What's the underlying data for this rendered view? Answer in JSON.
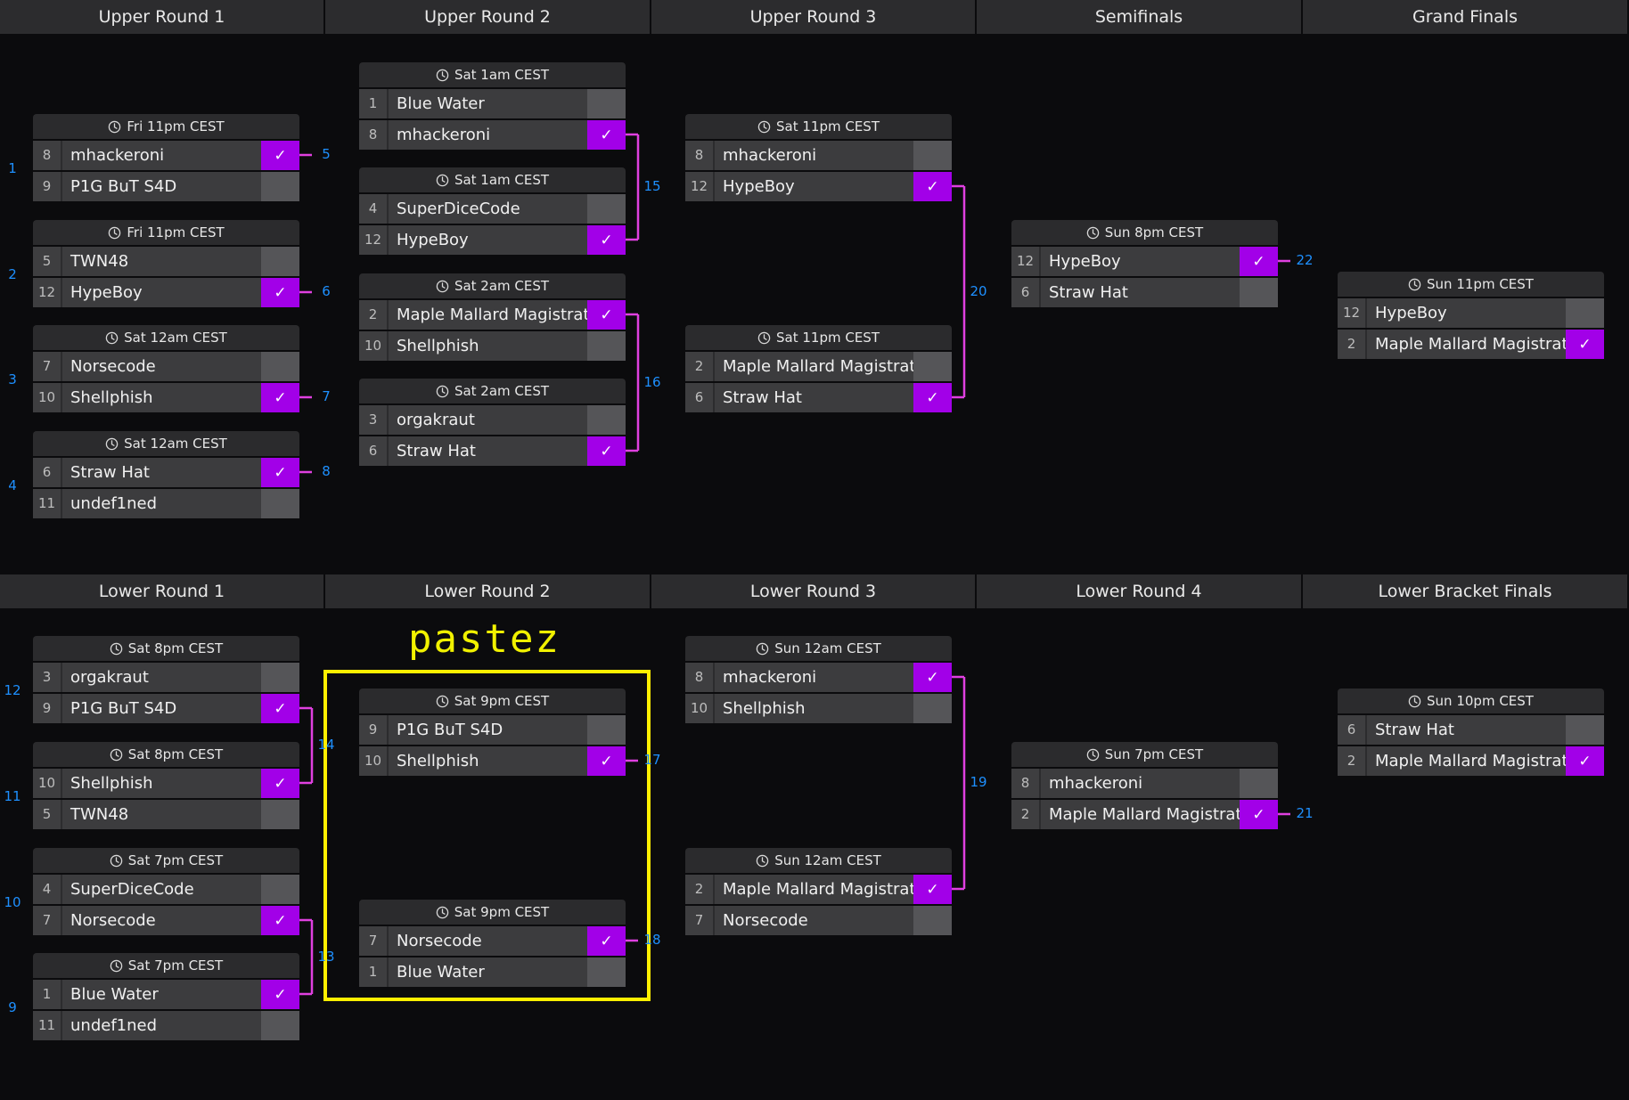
{
  "upper_rounds": [
    "Upper Round 1",
    "Upper Round 2",
    "Upper Round 3",
    "Semifinals",
    "Grand Finals"
  ],
  "lower_rounds": [
    "Lower Round 1",
    "Lower Round 2",
    "Lower Round 3",
    "Lower Round 4",
    "Lower Bracket Finals"
  ],
  "annotation": "pastez",
  "colors": {
    "winner": "#a200e8",
    "connector": "#e040e0",
    "match_number": "#1e90ff",
    "highlight_box": "#ffef00"
  },
  "matches": [
    {
      "id": "u1-1",
      "label": "1",
      "time": "Fri 11pm CEST",
      "teams": [
        {
          "seed": "8",
          "name": "mhackeroni",
          "win": true
        },
        {
          "seed": "9",
          "name": "P1G BuT S4D",
          "win": false
        }
      ]
    },
    {
      "id": "u1-2",
      "label": "2",
      "time": "Fri 11pm CEST",
      "teams": [
        {
          "seed": "5",
          "name": "TWN48",
          "win": false
        },
        {
          "seed": "12",
          "name": "HypeBoy",
          "win": true
        }
      ]
    },
    {
      "id": "u1-3",
      "label": "3",
      "time": "Sat 12am CEST",
      "teams": [
        {
          "seed": "7",
          "name": "Norsecode",
          "win": false
        },
        {
          "seed": "10",
          "name": "Shellphish",
          "win": true
        }
      ]
    },
    {
      "id": "u1-4",
      "label": "4",
      "time": "Sat 12am CEST",
      "teams": [
        {
          "seed": "6",
          "name": "Straw Hat",
          "win": true
        },
        {
          "seed": "11",
          "name": "undef1ned",
          "win": false
        }
      ]
    },
    {
      "id": "u2-5",
      "label": "5",
      "time": "Sat 1am CEST",
      "teams": [
        {
          "seed": "1",
          "name": "Blue Water",
          "win": false
        },
        {
          "seed": "8",
          "name": "mhackeroni",
          "win": true
        }
      ]
    },
    {
      "id": "u2-6",
      "label": "6",
      "time": "Sat 1am CEST",
      "teams": [
        {
          "seed": "4",
          "name": "SuperDiceCode",
          "win": false
        },
        {
          "seed": "12",
          "name": "HypeBoy",
          "win": true
        }
      ]
    },
    {
      "id": "u2-7",
      "label": "7",
      "time": "Sat 2am CEST",
      "teams": [
        {
          "seed": "2",
          "name": "Maple Mallard Magistrates",
          "win": true
        },
        {
          "seed": "10",
          "name": "Shellphish",
          "win": false
        }
      ]
    },
    {
      "id": "u2-8",
      "label": "8",
      "time": "Sat 2am CEST",
      "teams": [
        {
          "seed": "3",
          "name": "orgakraut",
          "win": false
        },
        {
          "seed": "6",
          "name": "Straw Hat",
          "win": true
        }
      ]
    },
    {
      "id": "u3-15",
      "label": "15",
      "time": "Sat 11pm CEST",
      "teams": [
        {
          "seed": "8",
          "name": "mhackeroni",
          "win": false
        },
        {
          "seed": "12",
          "name": "HypeBoy",
          "win": true
        }
      ]
    },
    {
      "id": "u3-16",
      "label": "16",
      "time": "Sat 11pm CEST",
      "teams": [
        {
          "seed": "2",
          "name": "Maple Mallard Magistrates",
          "win": false
        },
        {
          "seed": "6",
          "name": "Straw Hat",
          "win": true
        }
      ]
    },
    {
      "id": "sf-20",
      "label": "20",
      "time": "Sun 8pm CEST",
      "teams": [
        {
          "seed": "12",
          "name": "HypeBoy",
          "win": true
        },
        {
          "seed": "6",
          "name": "Straw Hat",
          "win": false
        }
      ]
    },
    {
      "id": "gf-22",
      "label": "22",
      "time": "Sun 11pm CEST",
      "teams": [
        {
          "seed": "12",
          "name": "HypeBoy",
          "win": false
        },
        {
          "seed": "2",
          "name": "Maple Mallard Magistrates",
          "win": true
        }
      ]
    },
    {
      "id": "l1-12",
      "label": "12",
      "time": "Sat 8pm CEST",
      "teams": [
        {
          "seed": "3",
          "name": "orgakraut",
          "win": false
        },
        {
          "seed": "9",
          "name": "P1G BuT S4D",
          "win": true
        }
      ]
    },
    {
      "id": "l1-11",
      "label": "11",
      "time": "Sat 8pm CEST",
      "teams": [
        {
          "seed": "10",
          "name": "Shellphish",
          "win": true
        },
        {
          "seed": "5",
          "name": "TWN48",
          "win": false
        }
      ]
    },
    {
      "id": "l1-10",
      "label": "10",
      "time": "Sat 7pm CEST",
      "teams": [
        {
          "seed": "4",
          "name": "SuperDiceCode",
          "win": false
        },
        {
          "seed": "7",
          "name": "Norsecode",
          "win": true
        }
      ]
    },
    {
      "id": "l1-9",
      "label": "9",
      "time": "Sat 7pm CEST",
      "teams": [
        {
          "seed": "1",
          "name": "Blue Water",
          "win": true
        },
        {
          "seed": "11",
          "name": "undef1ned",
          "win": false
        }
      ]
    },
    {
      "id": "l2-14",
      "label": "14",
      "time": "Sat 9pm CEST",
      "teams": [
        {
          "seed": "9",
          "name": "P1G BuT S4D",
          "win": false
        },
        {
          "seed": "10",
          "name": "Shellphish",
          "win": true
        }
      ]
    },
    {
      "id": "l2-13",
      "label": "13",
      "time": "Sat 9pm CEST",
      "teams": [
        {
          "seed": "7",
          "name": "Norsecode",
          "win": true
        },
        {
          "seed": "1",
          "name": "Blue Water",
          "win": false
        }
      ]
    },
    {
      "id": "l3-17",
      "label": "17",
      "time": "Sun 12am CEST",
      "teams": [
        {
          "seed": "8",
          "name": "mhackeroni",
          "win": true
        },
        {
          "seed": "10",
          "name": "Shellphish",
          "win": false
        }
      ]
    },
    {
      "id": "l3-18",
      "label": "18",
      "time": "Sun 12am CEST",
      "teams": [
        {
          "seed": "2",
          "name": "Maple Mallard Magistrates",
          "win": true
        },
        {
          "seed": "7",
          "name": "Norsecode",
          "win": false
        }
      ]
    },
    {
      "id": "l4-19",
      "label": "19",
      "time": "Sun 7pm CEST",
      "teams": [
        {
          "seed": "8",
          "name": "mhackeroni",
          "win": false
        },
        {
          "seed": "2",
          "name": "Maple Mallard Magistrates",
          "win": true
        }
      ]
    },
    {
      "id": "lf-21",
      "label": "21",
      "time": "Sun 10pm CEST",
      "teams": [
        {
          "seed": "6",
          "name": "Straw Hat",
          "win": false
        },
        {
          "seed": "2",
          "name": "Maple Mallard Magistrates",
          "win": true
        }
      ]
    }
  ]
}
